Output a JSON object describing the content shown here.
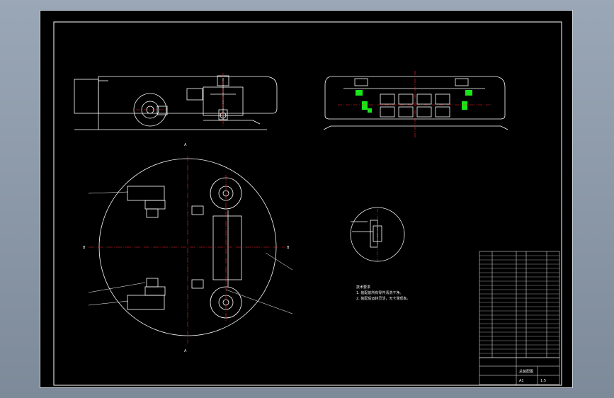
{
  "drawing": {
    "background": "#000000",
    "line_color": "#ffffff",
    "centerline_color": "#ff2020",
    "highlight_color": "#19e619",
    "notes": {
      "heading": "技术要求",
      "items": [
        "1. 装配前所有零件清洗干净。",
        "2. 装配后运转灵活，无卡滞现象。"
      ]
    },
    "section_marks": {
      "a": "A",
      "b": "B"
    },
    "title_block": {
      "drawing_title": "总装配图",
      "scale": "1:5",
      "sheet": "A1"
    }
  }
}
